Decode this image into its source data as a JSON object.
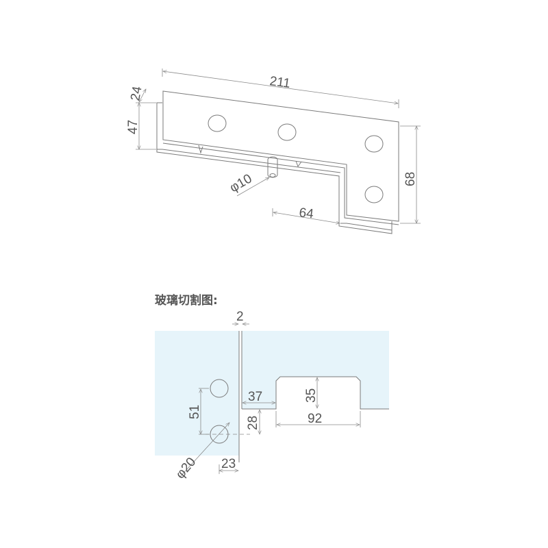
{
  "top_view": {
    "dims": {
      "length": "211",
      "depth": "24",
      "height": "47",
      "right_height": "68",
      "pin_diameter": "φ10",
      "notch_width": "64"
    }
  },
  "glass_cut": {
    "title": "玻璃切割图:",
    "glass_color": "#e6f4fa",
    "dims": {
      "gap": "2",
      "offset": "37",
      "notch_depth": "35",
      "notch_width": "92",
      "edge_to_hole": "28",
      "hole_spacing": "51",
      "hole_diameter": "φ20",
      "hole_offset": "23"
    }
  }
}
